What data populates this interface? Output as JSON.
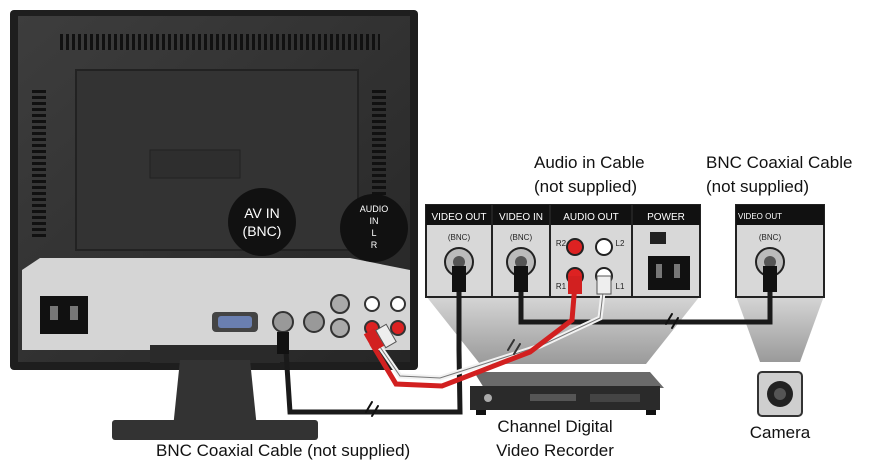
{
  "labels": {
    "av_in_line1": "AV IN",
    "av_in_line2": "(BNC)",
    "audio_in_line1": "AUDIO",
    "audio_in_line2": "IN",
    "audio_in_line3": "L",
    "audio_in_line4": "R",
    "audio_cable_line1": "Audio in Cable",
    "audio_cable_line2": "(not supplied)",
    "bnc_top_line1": "BNC Coaxial Cable",
    "bnc_top_line2": "(not supplied)",
    "bnc_bottom": "BNC Coaxial Cable (not supplied)",
    "dvr_line1": "Channel Digital",
    "dvr_line2": "Video Recorder",
    "camera": "Camera"
  },
  "dvr_panel": {
    "video_out": "VIDEO OUT",
    "video_in": "VIDEO IN",
    "audio_out": "AUDIO OUT",
    "power": "POWER",
    "bnc_a": "(BNC)",
    "bnc_b": "(BNC)",
    "r2": "R2",
    "l2": "L2",
    "r1": "R1",
    "l1": "L1"
  },
  "camera_panel": {
    "video_out": "VIDEO OUT",
    "bnc": "(BNC)"
  },
  "colors": {
    "monitor_body": "#2b2b2b",
    "monitor_panel": "#3a3a3a",
    "io_plate": "#d9d9d9",
    "callout": "#111111",
    "cable_black": "#1a1a1a",
    "cable_red": "#d22020",
    "cable_white": "#f2f2f2",
    "device_grey": "#bfbfbf"
  }
}
